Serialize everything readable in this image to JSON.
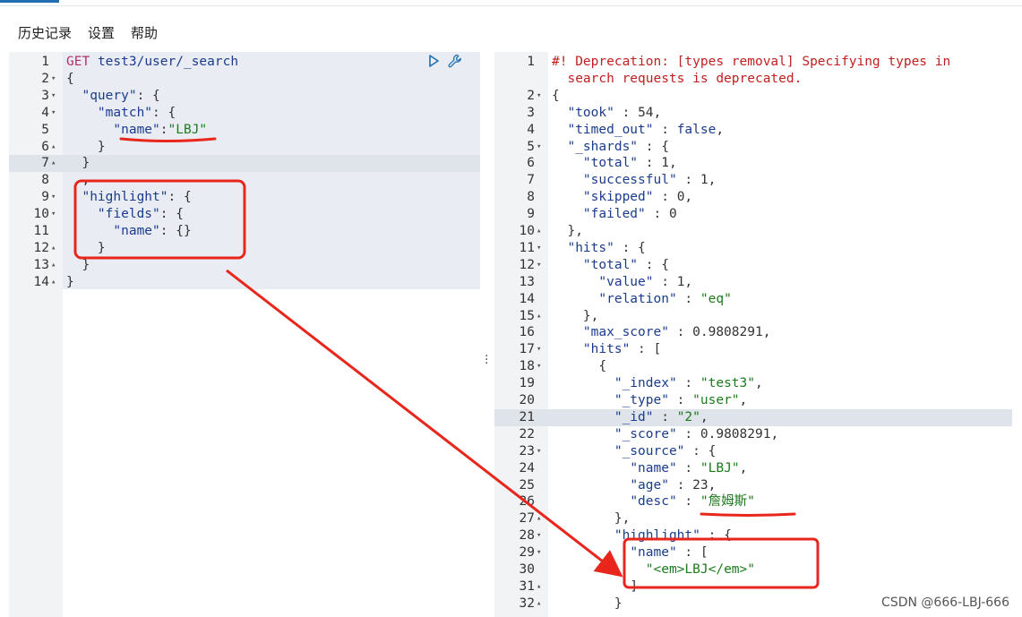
{
  "menu": {
    "history": "历史记录",
    "settings": "设置",
    "help": "帮助"
  },
  "left_editor": {
    "lines": [
      {
        "n": "1",
        "fold": "",
        "html": "<span class=\"m\">GET</span> <span class=\"k\">test3/user/_search</span>"
      },
      {
        "n": "2",
        "fold": "▾",
        "html": "<span class=\"p\">{</span>"
      },
      {
        "n": "3",
        "fold": "▾",
        "html": "  <span class=\"k\">\"query\"</span><span class=\"p\">: {</span>"
      },
      {
        "n": "4",
        "fold": "▾",
        "html": "    <span class=\"k\">\"match\"</span><span class=\"p\">: {</span>"
      },
      {
        "n": "5",
        "fold": "",
        "html": "      <span class=\"k\">\"name\"</span><span class=\"p\">:</span><span class=\"s\">\"LBJ\"</span>"
      },
      {
        "n": "6",
        "fold": "▴",
        "html": "    <span class=\"p\">}</span>"
      },
      {
        "n": "7",
        "fold": "▴",
        "html": "  <span class=\"p\">}</span>"
      },
      {
        "n": "8",
        "fold": "",
        "html": "  <span class=\"p\">,</span>"
      },
      {
        "n": "9",
        "fold": "▾",
        "html": "  <span class=\"k\">\"highlight\"</span><span class=\"p\">: {</span>"
      },
      {
        "n": "10",
        "fold": "▾",
        "html": "    <span class=\"k\">\"fields\"</span><span class=\"p\">: {</span>"
      },
      {
        "n": "11",
        "fold": "",
        "html": "      <span class=\"k\">\"name\"</span><span class=\"p\">: {}</span>"
      },
      {
        "n": "12",
        "fold": "▴",
        "html": "    <span class=\"p\">}</span>"
      },
      {
        "n": "13",
        "fold": "▴",
        "html": "  <span class=\"p\">}</span>"
      },
      {
        "n": "14",
        "fold": "▴",
        "html": "<span class=\"p\">}</span>"
      }
    ]
  },
  "right_editor": {
    "lines": [
      {
        "n": "1",
        "fold": "",
        "html": "<span class=\"c\">#! Deprecation: [types removal] Specifying types in</span>"
      },
      {
        "n": "",
        "fold": "",
        "html": "<span class=\"c\">  search requests is deprecated.</span>"
      },
      {
        "n": "2",
        "fold": "▾",
        "html": "<span class=\"p\">{</span>"
      },
      {
        "n": "3",
        "fold": "",
        "html": "  <span class=\"k\">\"took\"</span><span class=\"p\"> : </span><span class=\"p\">54,</span>"
      },
      {
        "n": "4",
        "fold": "",
        "html": "  <span class=\"k\">\"timed_out\"</span><span class=\"p\"> : </span><span class=\"v\">false</span><span class=\"p\">,</span>"
      },
      {
        "n": "5",
        "fold": "▾",
        "html": "  <span class=\"k\">\"_shards\"</span><span class=\"p\"> : {</span>"
      },
      {
        "n": "6",
        "fold": "",
        "html": "    <span class=\"k\">\"total\"</span><span class=\"p\"> : 1,</span>"
      },
      {
        "n": "7",
        "fold": "",
        "html": "    <span class=\"k\">\"successful\"</span><span class=\"p\"> : 1,</span>"
      },
      {
        "n": "8",
        "fold": "",
        "html": "    <span class=\"k\">\"skipped\"</span><span class=\"p\"> : 0,</span>"
      },
      {
        "n": "9",
        "fold": "",
        "html": "    <span class=\"k\">\"failed\"</span><span class=\"p\"> : 0</span>"
      },
      {
        "n": "10",
        "fold": "▴",
        "html": "  <span class=\"p\">},</span>"
      },
      {
        "n": "11",
        "fold": "▾",
        "html": "  <span class=\"k\">\"hits\"</span><span class=\"p\"> : {</span>"
      },
      {
        "n": "12",
        "fold": "▾",
        "html": "    <span class=\"k\">\"total\"</span><span class=\"p\"> : {</span>"
      },
      {
        "n": "13",
        "fold": "",
        "html": "      <span class=\"k\">\"value\"</span><span class=\"p\"> : 1,</span>"
      },
      {
        "n": "14",
        "fold": "",
        "html": "      <span class=\"k\">\"relation\"</span><span class=\"p\"> : </span><span class=\"s\">\"eq\"</span>"
      },
      {
        "n": "15",
        "fold": "▴",
        "html": "    <span class=\"p\">},</span>"
      },
      {
        "n": "16",
        "fold": "",
        "html": "    <span class=\"k\">\"max_score\"</span><span class=\"p\"> : 0.9808291,</span>"
      },
      {
        "n": "17",
        "fold": "▾",
        "html": "    <span class=\"k\">\"hits\"</span><span class=\"p\"> : [</span>"
      },
      {
        "n": "18",
        "fold": "▾",
        "html": "      <span class=\"p\">{</span>"
      },
      {
        "n": "19",
        "fold": "",
        "html": "        <span class=\"k\">\"_index\"</span><span class=\"p\"> : </span><span class=\"s\">\"test3\"</span><span class=\"p\">,</span>"
      },
      {
        "n": "20",
        "fold": "",
        "html": "        <span class=\"k\">\"_type\"</span><span class=\"p\"> : </span><span class=\"s\">\"user\"</span><span class=\"p\">,</span>"
      },
      {
        "n": "21",
        "fold": "",
        "html": "        <span class=\"k\">\"_id\"</span><span class=\"p\"> : </span><span class=\"s\">\"2\"</span><span class=\"p\">,</span>"
      },
      {
        "n": "22",
        "fold": "",
        "html": "        <span class=\"k\">\"_score\"</span><span class=\"p\"> : 0.9808291,</span>"
      },
      {
        "n": "23",
        "fold": "▾",
        "html": "        <span class=\"k\">\"_source\"</span><span class=\"p\"> : {</span>"
      },
      {
        "n": "24",
        "fold": "",
        "html": "          <span class=\"k\">\"name\"</span><span class=\"p\"> : </span><span class=\"s\">\"LBJ\"</span><span class=\"p\">,</span>"
      },
      {
        "n": "25",
        "fold": "",
        "html": "          <span class=\"k\">\"age\"</span><span class=\"p\"> : 23,</span>"
      },
      {
        "n": "26",
        "fold": "",
        "html": "          <span class=\"k\">\"desc\"</span><span class=\"p\"> : </span><span class=\"s\">\"詹姆斯\"</span>"
      },
      {
        "n": "27",
        "fold": "▴",
        "html": "        <span class=\"p\">},</span>"
      },
      {
        "n": "28",
        "fold": "▾",
        "html": "        <span class=\"k\">\"highlight\"</span><span class=\"p\"> : {</span>"
      },
      {
        "n": "29",
        "fold": "▾",
        "html": "          <span class=\"k\">\"name\"</span><span class=\"p\"> : [</span>"
      },
      {
        "n": "30",
        "fold": "",
        "html": "            <span class=\"s\">\"&lt;em&gt;LBJ&lt;/em&gt;\"</span>"
      },
      {
        "n": "31",
        "fold": "▴",
        "html": "          <span class=\"p\">]</span>"
      },
      {
        "n": "32",
        "fold": "▴",
        "html": "        <span class=\"p\">}</span>"
      }
    ]
  },
  "watermark": "CSDN @666-LBJ-666",
  "colors": {
    "annotation_red": "#e8261c",
    "key_blue": "#1a3c8c",
    "string_green": "#1d7a1d",
    "method_pink": "#b0326c",
    "comment_red": "#c02020"
  },
  "icons": {
    "run": "play-icon",
    "settings": "wrench-icon"
  }
}
